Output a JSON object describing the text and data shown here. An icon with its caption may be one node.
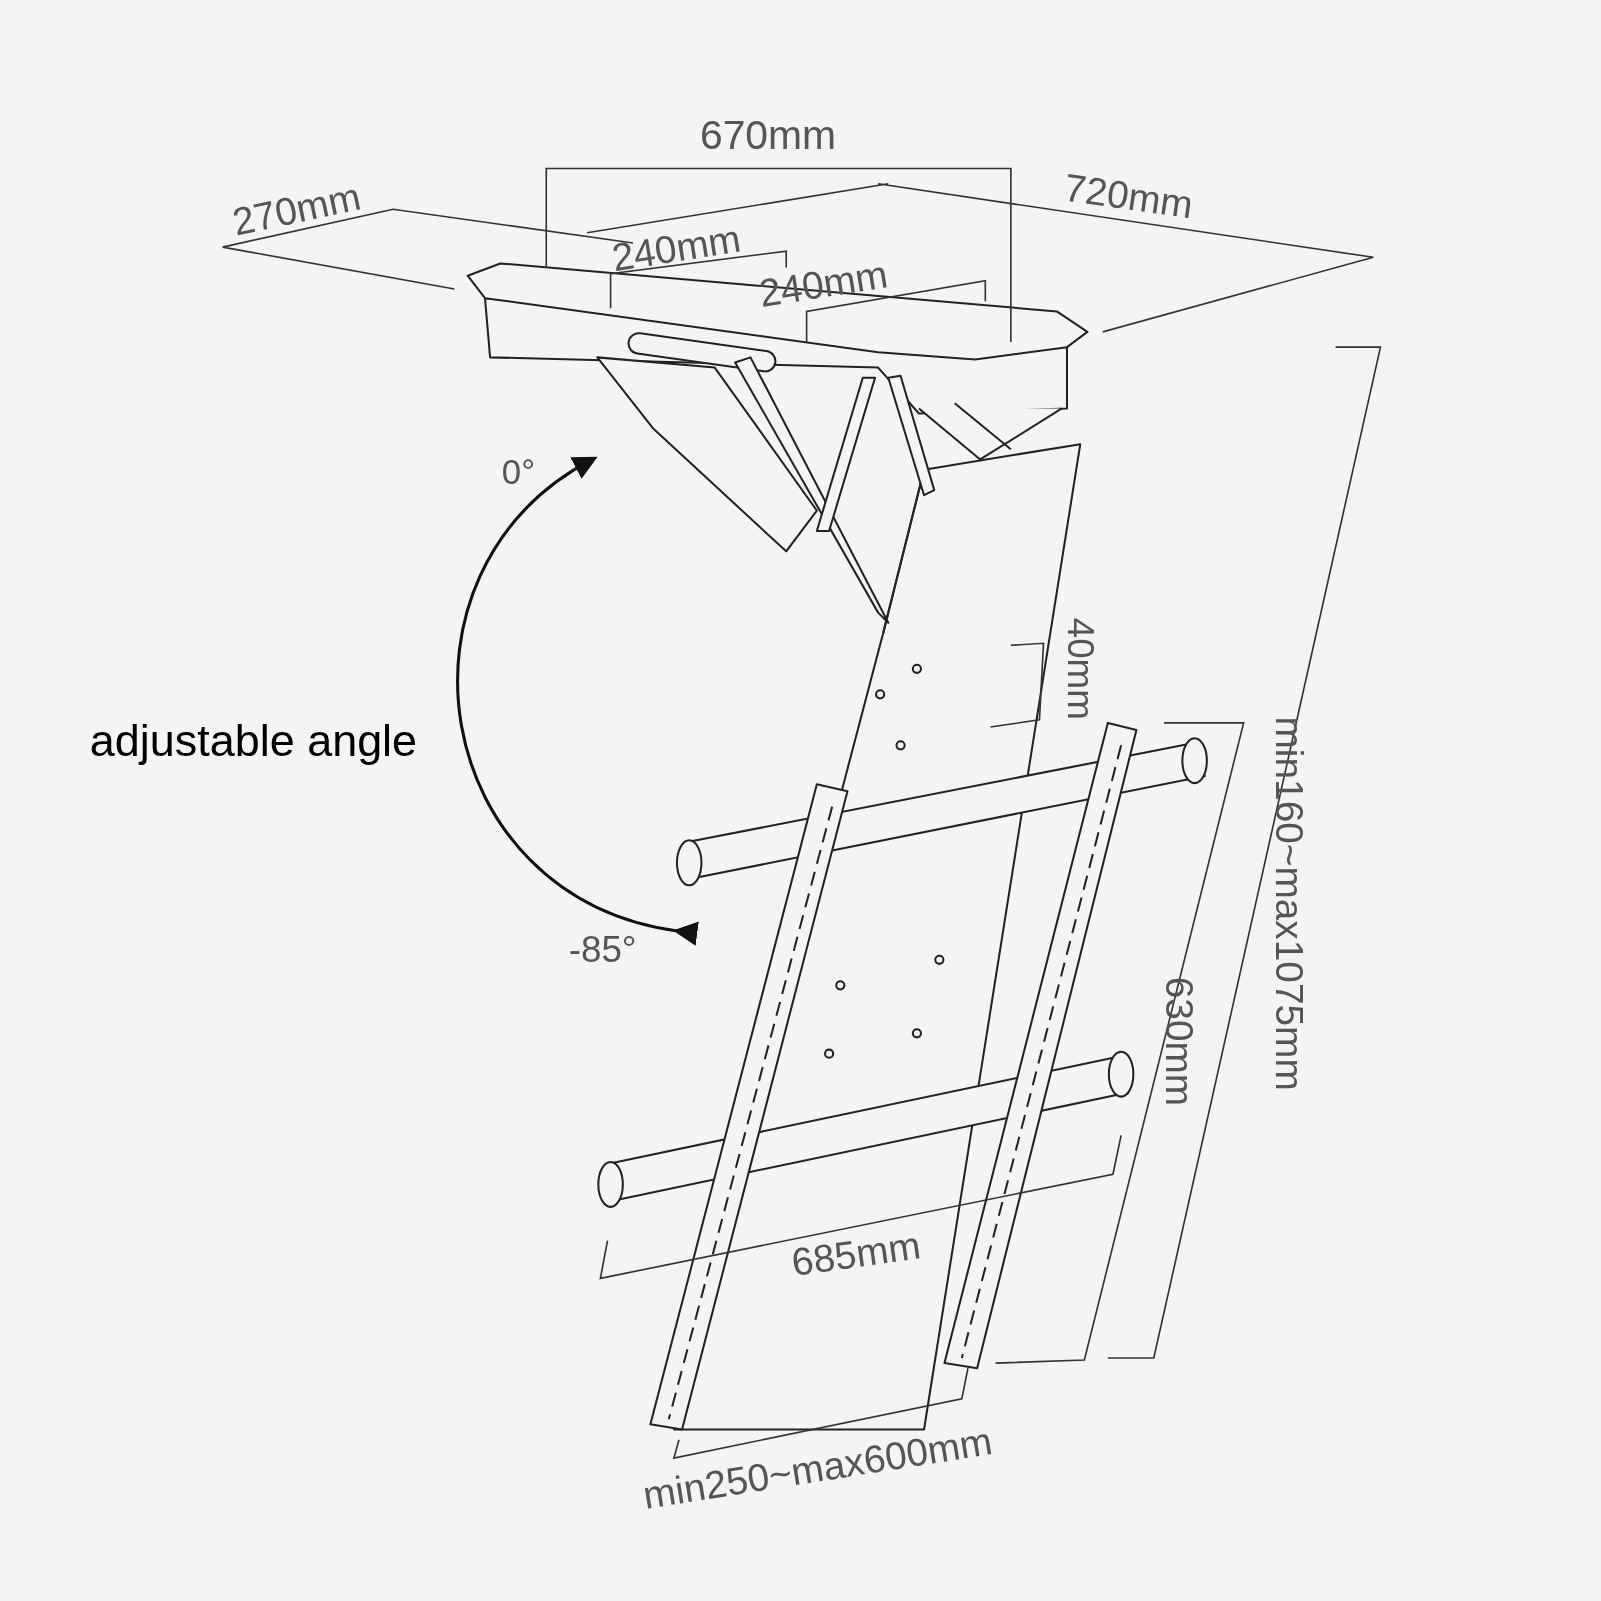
{
  "diagram": {
    "labels": [
      "670mm",
      "270mm",
      "720mm",
      "240mm",
      "240mm",
      "0°",
      "adjustable angle",
      "40mm",
      "min160~max1075mm",
      "-85°",
      "630mm",
      "685mm",
      "min250~max600mm"
    ]
  }
}
